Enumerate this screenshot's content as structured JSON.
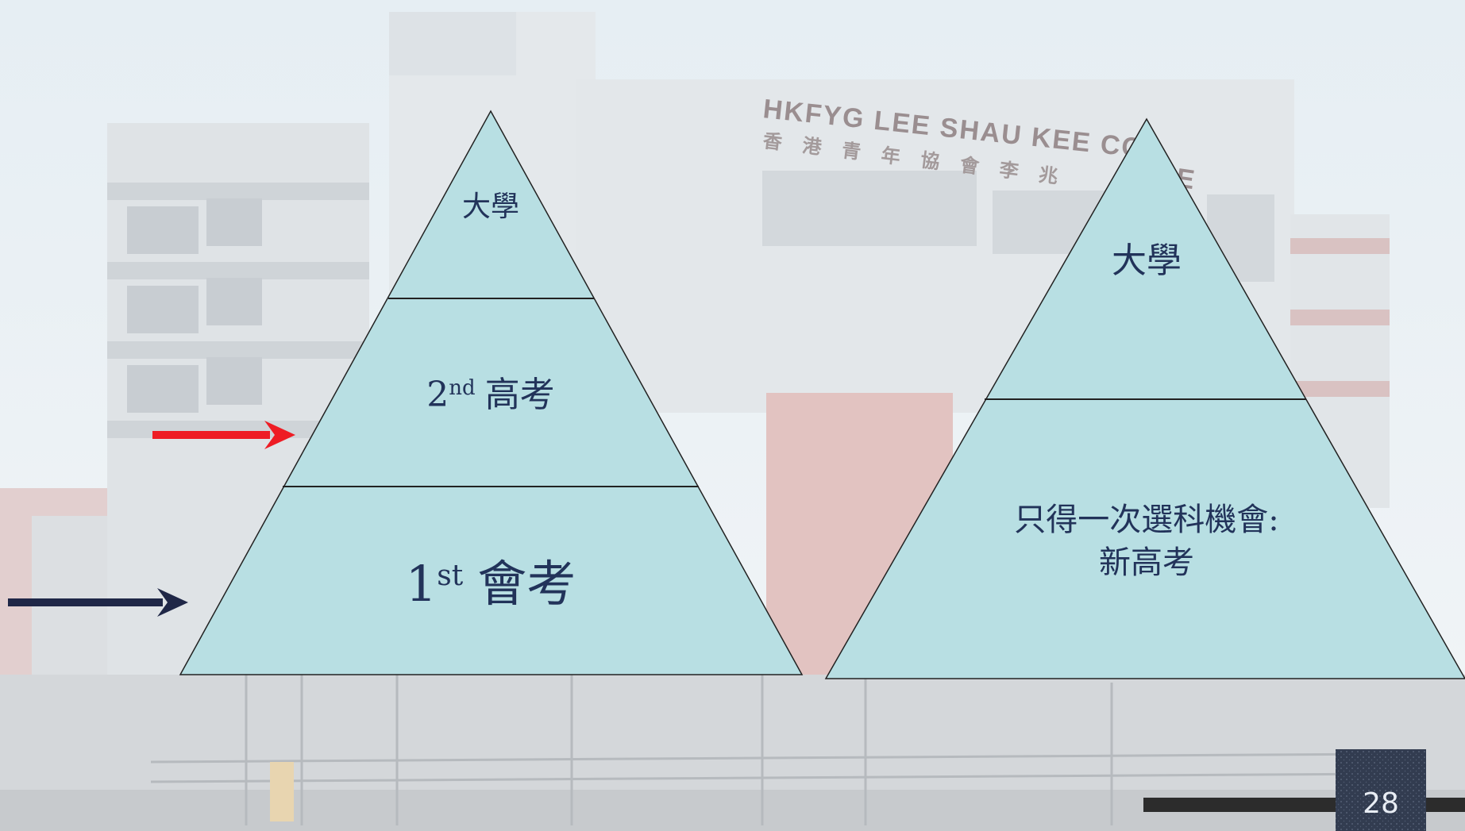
{
  "slide": {
    "page_number": "28",
    "background_sign": {
      "english": "HKFYG LEE SHAU KEE CO",
      "english_tail": "E",
      "chinese": "香港青年協會李兆"
    }
  },
  "left_pyramid": {
    "top_label": "大學",
    "middle": {
      "number": "2",
      "suffix": "nd",
      "text": "高考"
    },
    "bottom": {
      "number": "1",
      "suffix": "st",
      "text": "會考"
    }
  },
  "right_pyramid": {
    "top_label": "大學",
    "bottom_line1": "只得一次選科機會:",
    "bottom_line2": "新高考"
  },
  "colors": {
    "pyramid_fill": "#b8dfe3",
    "label_text": "#22335a",
    "red_arrow": "#ee1c24",
    "navy_arrow": "#1f2747",
    "page_box": "#323c50"
  },
  "icons": {
    "red_arrow": "arrow-right-icon",
    "navy_arrow": "arrow-right-icon"
  }
}
